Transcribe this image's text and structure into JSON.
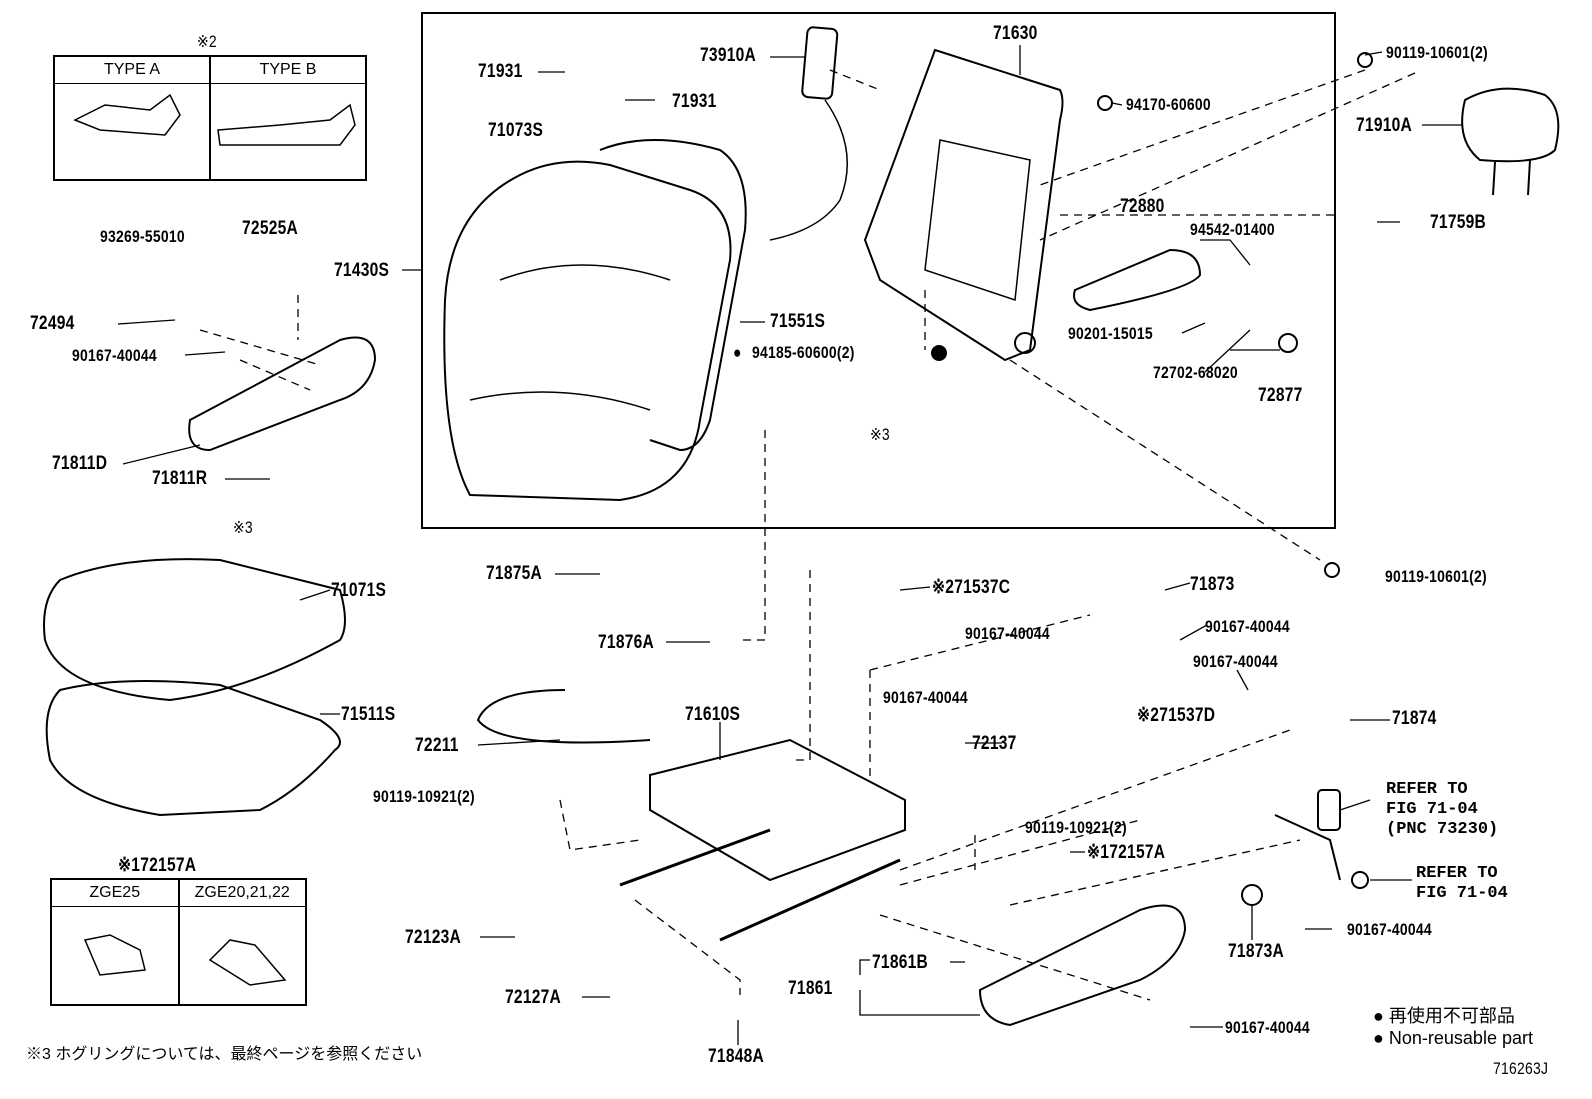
{
  "labels": {
    "p71931a": "71931",
    "p71931b": "71931",
    "p73910A": "73910A",
    "p71630": "71630",
    "p90119_10601_top": "90119-10601(2)",
    "p94170_60600": "94170-60600",
    "p71910A": "71910A",
    "p71073S": "71073S",
    "p72880": "72880",
    "p94542_01400": "94542-01400",
    "p71759B": "71759B",
    "p71430S": "71430S",
    "p71551S": "71551S",
    "p90201_15015": "90201-15015",
    "p94185_60600": "94185-60600(2)",
    "p72702_68020": "72702-68020",
    "p72877": "72877",
    "ref3_back": "※3",
    "p93269_55010": "93269-55010",
    "p72525A": "72525A",
    "p72494": "72494",
    "p90167_40044_a": "90167-40044",
    "p71811D": "71811D",
    "p71811R": "71811R",
    "ref3_cushion": "※3",
    "p71071S": "71071S",
    "p71511S": "71511S",
    "p71875A": "71875A",
    "p71876A": "71876A",
    "p71537C": "※271537C",
    "p71873": "71873",
    "p90167_40044_b": "90167-40044",
    "p90167_40044_c": "90167-40044",
    "p90167_40044_d": "90167-40044",
    "p90119_10601_bot": "90119-10601(2)",
    "p90167_40044_e": "90167-40044",
    "p71537D": "※271537D",
    "p71874": "71874",
    "p71610S": "71610S",
    "p72211": "72211",
    "p72137": "72137",
    "p90119_10921_a": "90119-10921(2)",
    "p90119_10921_b": "90119-10921(2)",
    "p72157A": "※172157A",
    "p90167_40044_f": "90167-40044",
    "p71873A": "71873A",
    "p72123A": "72123A",
    "p71861B": "71861B",
    "p71861": "71861",
    "p72127A": "72127A",
    "p90167_40044_g": "90167-40044",
    "p71848A": "71848A"
  },
  "refer_buckle": "REFER TO\nFIG 71-04\n(PNC 73230)",
  "refer_nut": "REFER TO\nFIG 71-04",
  "type_table": {
    "title": "※2",
    "columns": [
      "TYPE  A",
      "TYPE  B"
    ]
  },
  "variant_table": {
    "title": "※172157A",
    "columns": [
      "ZGE25",
      "ZGE20,21,22"
    ]
  },
  "footnote": "※3  ホグリングについては、最終ページを参照ください",
  "legend": {
    "jp": "再使用不可部品",
    "en": "Non-reusable part",
    "bullet": "●"
  },
  "figure_id": "716263J"
}
